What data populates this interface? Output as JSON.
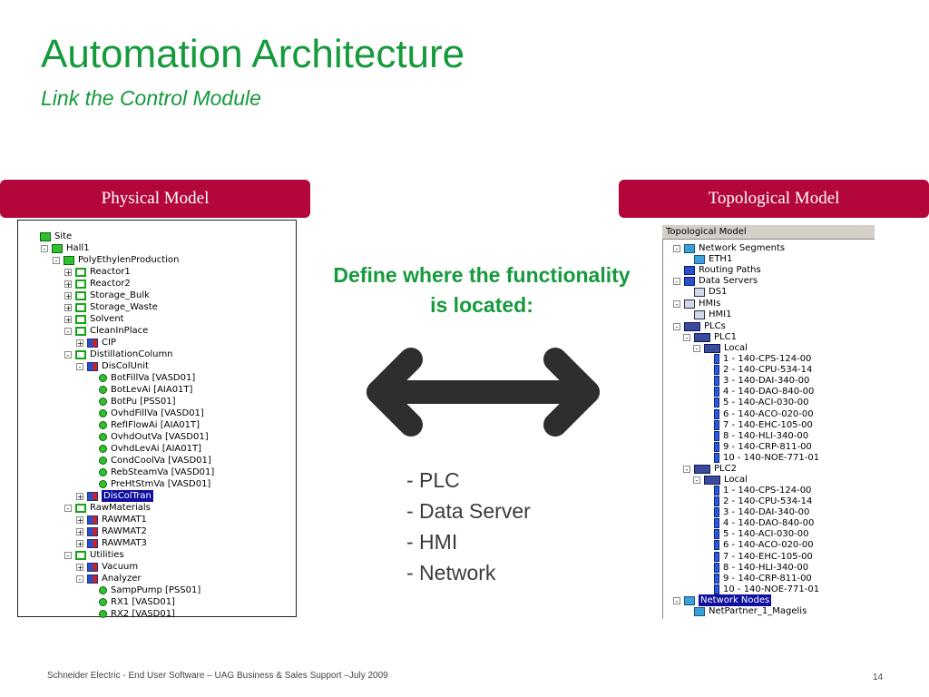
{
  "title": "Automation Architecture",
  "subtitle": "Link the Control Module",
  "physical_header": "Physical Model",
  "topological_header": "Topological Model",
  "define_text": "Define where the functionality is located:",
  "bullets": [
    "- PLC",
    "- Data Server",
    "- HMI",
    "- Network"
  ],
  "footer": "Schneider Electric - End User Software – UAG Business & Sales Support –July 2009",
  "page_number": "14",
  "physical_tree": [
    {
      "label": "Site",
      "icon": "green",
      "exp": ""
    },
    {
      "label": "Hall1",
      "icon": "green",
      "exp": "-"
    },
    {
      "label": "PolyEthylenProduction",
      "icon": "green",
      "exp": "-"
    },
    {
      "label": "Reactor1",
      "icon": "greenbox",
      "exp": "+"
    },
    {
      "label": "Reactor2",
      "icon": "greenbox",
      "exp": "+"
    },
    {
      "label": "Storage_Bulk",
      "icon": "greenbox",
      "exp": "+"
    },
    {
      "label": "Storage_Waste",
      "icon": "greenbox",
      "exp": "+"
    },
    {
      "label": "Solvent",
      "icon": "greenbox",
      "exp": "+"
    },
    {
      "label": "CleanInPlace",
      "icon": "greenbox",
      "exp": "-"
    },
    {
      "label": "CIP",
      "icon": "bluered",
      "exp": "+"
    },
    {
      "label": "DistillationColumn",
      "icon": "greenbox",
      "exp": "-"
    },
    {
      "label": "DisColUnit",
      "icon": "bluered",
      "exp": "-"
    },
    {
      "label": "BotFillVa [VASD01]",
      "icon": "leaf",
      "exp": ""
    },
    {
      "label": "BotLevAi [AIA01T]",
      "icon": "leaf",
      "exp": ""
    },
    {
      "label": "BotPu [PSS01]",
      "icon": "leaf",
      "exp": ""
    },
    {
      "label": "OvhdFillVa [VASD01]",
      "icon": "leaf",
      "exp": ""
    },
    {
      "label": "RefIFlowAi [AIA01T]",
      "icon": "leaf",
      "exp": ""
    },
    {
      "label": "OvhdOutVa [VASD01]",
      "icon": "leaf",
      "exp": ""
    },
    {
      "label": "OvhdLevAi [AIA01T]",
      "icon": "leaf",
      "exp": ""
    },
    {
      "label": "CondCoolVa [VASD01]",
      "icon": "leaf",
      "exp": ""
    },
    {
      "label": "RebSteamVa [VASD01]",
      "icon": "leaf",
      "exp": ""
    },
    {
      "label": "PreHtStmVa [VASD01]",
      "icon": "leaf",
      "exp": ""
    },
    {
      "label": "DisColTran",
      "icon": "bluered",
      "exp": "+",
      "selected": true
    },
    {
      "label": "RawMaterials",
      "icon": "greenbox",
      "exp": "-"
    },
    {
      "label": "RAWMAT1",
      "icon": "bluered",
      "exp": "+"
    },
    {
      "label": "RAWMAT2",
      "icon": "bluered",
      "exp": "+"
    },
    {
      "label": "RAWMAT3",
      "icon": "bluered",
      "exp": "+"
    },
    {
      "label": "Utilities",
      "icon": "greenbox",
      "exp": "-"
    },
    {
      "label": "Vacuum",
      "icon": "bluered",
      "exp": "+"
    },
    {
      "label": "Analyzer",
      "icon": "bluered",
      "exp": "-"
    },
    {
      "label": "SampPump [PSS01]",
      "icon": "leaf",
      "exp": ""
    },
    {
      "label": "RX1 [VASD01]",
      "icon": "leaf",
      "exp": ""
    },
    {
      "label": "RX2 [VASD01]",
      "icon": "leaf",
      "exp": ""
    }
  ],
  "topo_title": "Topological Model",
  "topo_tree": [
    {
      "label": "Network Segments",
      "icon": "net",
      "exp": "-"
    },
    {
      "label": "ETH1",
      "icon": "net",
      "exp": ""
    },
    {
      "label": "Routing Paths",
      "icon": "blue",
      "exp": ""
    },
    {
      "label": "Data Servers",
      "icon": "blue",
      "exp": "-"
    },
    {
      "label": "DS1",
      "icon": "pc",
      "exp": ""
    },
    {
      "label": "HMIs",
      "icon": "pc",
      "exp": "-"
    },
    {
      "label": "HMI1",
      "icon": "pc",
      "exp": ""
    },
    {
      "label": "PLCs",
      "icon": "plc",
      "exp": "-"
    },
    {
      "label": "PLC1",
      "icon": "plc",
      "exp": "-"
    },
    {
      "label": "Local",
      "icon": "plc",
      "exp": "-"
    },
    {
      "label": "1 - 140-CPS-124-00",
      "icon": "card",
      "exp": ""
    },
    {
      "label": "2 - 140-CPU-534-14",
      "icon": "card",
      "exp": ""
    },
    {
      "label": "3 - 140-DAI-340-00",
      "icon": "card",
      "exp": ""
    },
    {
      "label": "4 - 140-DAO-840-00",
      "icon": "card",
      "exp": ""
    },
    {
      "label": "5 - 140-ACI-030-00",
      "icon": "card",
      "exp": ""
    },
    {
      "label": "6 - 140-ACO-020-00",
      "icon": "card",
      "exp": ""
    },
    {
      "label": "7 - 140-EHC-105-00",
      "icon": "card",
      "exp": ""
    },
    {
      "label": "8 - 140-HLI-340-00",
      "icon": "card",
      "exp": ""
    },
    {
      "label": "9 - 140-CRP-811-00",
      "icon": "card",
      "exp": ""
    },
    {
      "label": "10 - 140-NOE-771-01",
      "icon": "card",
      "exp": ""
    },
    {
      "label": "PLC2",
      "icon": "plc",
      "exp": "-"
    },
    {
      "label": "Local",
      "icon": "plc",
      "exp": "-"
    },
    {
      "label": "1 - 140-CPS-124-00",
      "icon": "card",
      "exp": ""
    },
    {
      "label": "2 - 140-CPU-534-14",
      "icon": "card",
      "exp": ""
    },
    {
      "label": "3 - 140-DAI-340-00",
      "icon": "card",
      "exp": ""
    },
    {
      "label": "4 - 140-DAO-840-00",
      "icon": "card",
      "exp": ""
    },
    {
      "label": "5 - 140-ACI-030-00",
      "icon": "card",
      "exp": ""
    },
    {
      "label": "6 - 140-ACO-020-00",
      "icon": "card",
      "exp": ""
    },
    {
      "label": "7 - 140-EHC-105-00",
      "icon": "card",
      "exp": ""
    },
    {
      "label": "8 - 140-HLI-340-00",
      "icon": "card",
      "exp": ""
    },
    {
      "label": "9 - 140-CRP-811-00",
      "icon": "card",
      "exp": ""
    },
    {
      "label": "10 - 140-NOE-771-01",
      "icon": "card",
      "exp": ""
    },
    {
      "label": "Network Nodes",
      "icon": "net",
      "exp": "-",
      "selected": true
    },
    {
      "label": "NetPartner_1_Magelis",
      "icon": "net",
      "exp": ""
    }
  ]
}
